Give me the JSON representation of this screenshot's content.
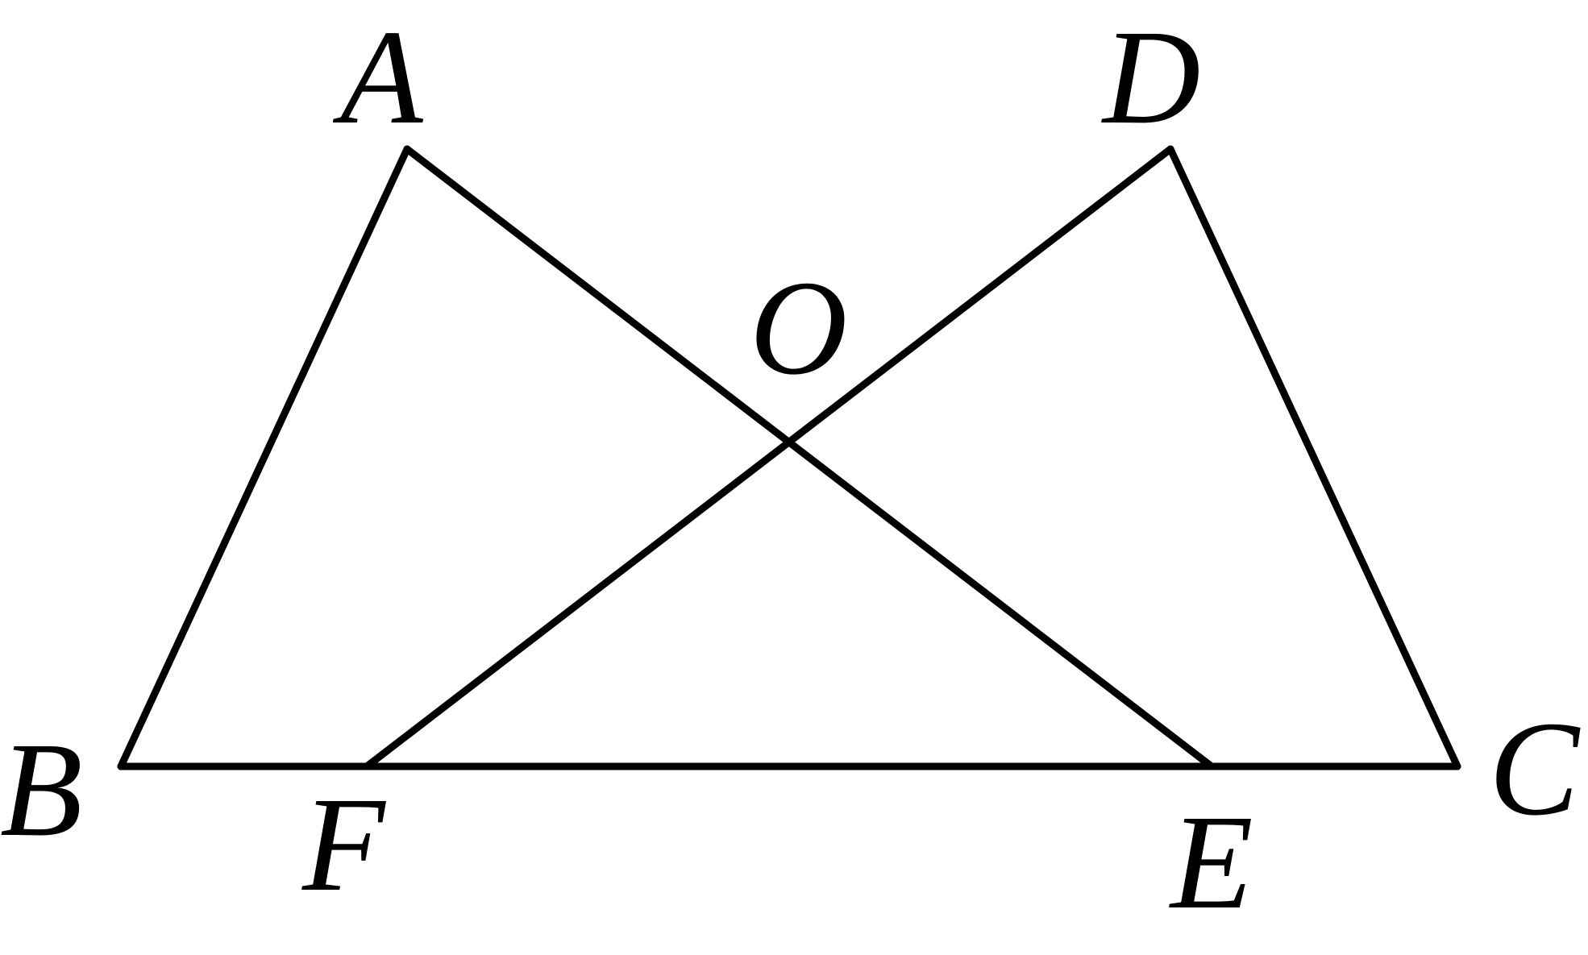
{
  "points": {
    "A": {
      "label": "A"
    },
    "B": {
      "label": "B"
    },
    "C": {
      "label": "C"
    },
    "D": {
      "label": "D"
    },
    "E": {
      "label": "E"
    },
    "F": {
      "label": "F"
    },
    "O": {
      "label": "O"
    }
  },
  "segments": [
    {
      "from": "A",
      "to": "B"
    },
    {
      "from": "A",
      "to": "E"
    },
    {
      "from": "D",
      "to": "F"
    },
    {
      "from": "D",
      "to": "C"
    },
    {
      "from": "B",
      "to": "C"
    }
  ]
}
